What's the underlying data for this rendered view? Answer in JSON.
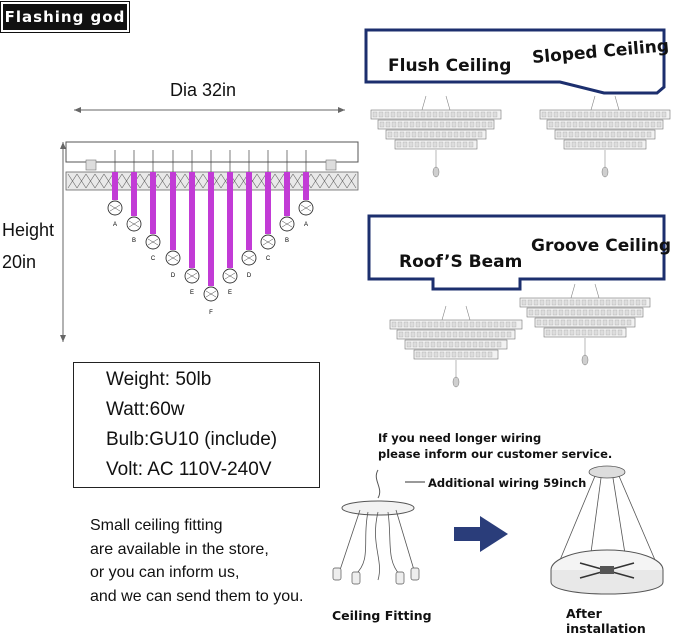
{
  "brand": {
    "name": "Flashing god"
  },
  "dimensions": {
    "diameter_prefix": "Dia ",
    "diameter_value": "32in",
    "height_label": "Height",
    "height_value": "20in"
  },
  "pendant_labels": [
    "A",
    "B",
    "C",
    "D",
    "E",
    "F",
    "E",
    "D",
    "C",
    "B",
    "A"
  ],
  "specs": {
    "weight_label": "Weight: ",
    "weight_value": "50lb",
    "watt_label": "Watt:",
    "watt_value": "60w",
    "bulb": "Bulb:GU10 (include)",
    "volt": "Volt: AC 110V-240V"
  },
  "install_modes": {
    "flush": "Flush Ceiling",
    "sloped": "Sloped Ceiling",
    "beam": "Roof’S Beam",
    "groove": "Groove Ceiling"
  },
  "wiring": {
    "note_line1": "If you need longer wiring",
    "note_line2": "please inform our customer service.",
    "additional": "Additional wiring 59inch",
    "fitting_caption": "Ceiling Fitting",
    "after_caption": "After installation"
  },
  "fitting_note": [
    "Small ceiling fitting",
    "are available in the store,",
    "or you can inform us,",
    "and we can send them to you."
  ],
  "colors": {
    "accent": "#c23bd6",
    "frame": "#1c2f6e",
    "arrow": "#2a3d7a"
  }
}
